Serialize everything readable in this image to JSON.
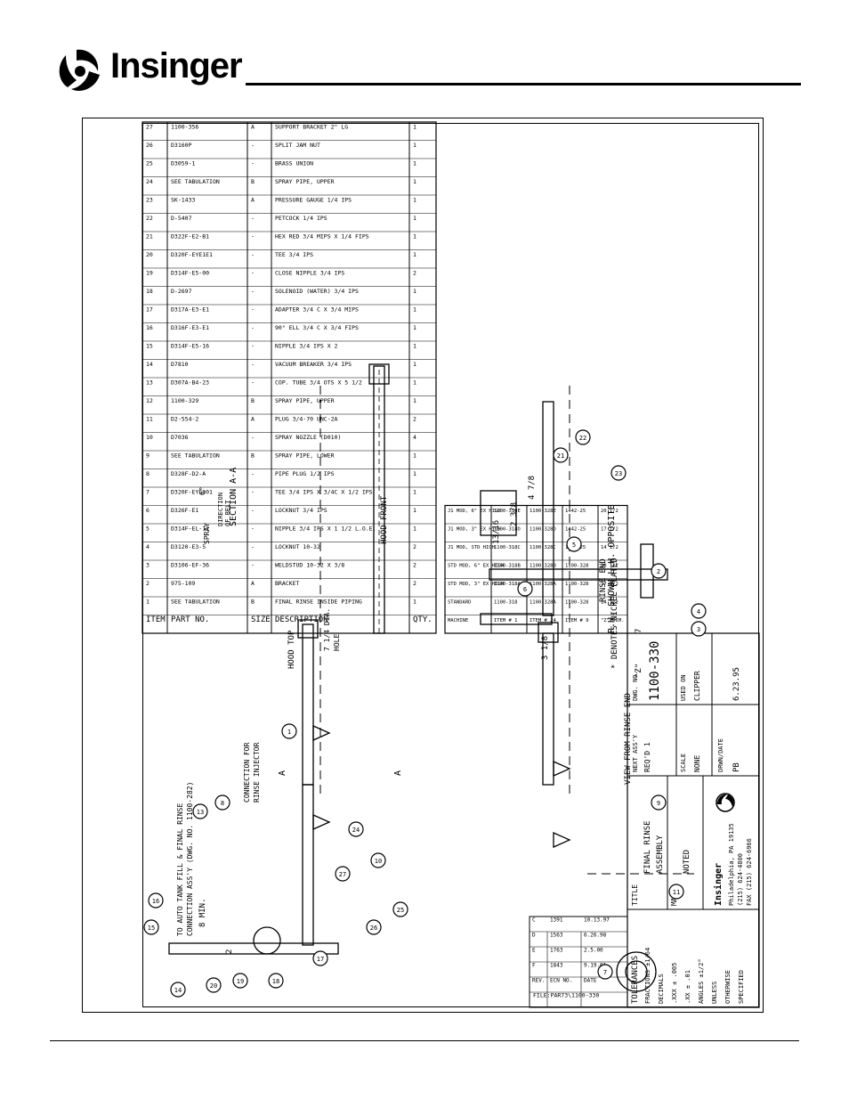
{
  "brand": {
    "name": "Insinger",
    "title_block_name": "Insinger"
  },
  "section": {
    "label": "SECTION A-A",
    "spray": "SPRAY",
    "direction": [
      "DIRECTION",
      "OF BELT"
    ],
    "angle": "6°",
    "cut_mark": "A"
  },
  "diagram_labels": {
    "hood_top": "HOOD TOP",
    "hood_front": "HOOD FRONT",
    "rinse_end": "RINSE END",
    "connection": [
      "CONNECTION FOR",
      "RINSE INJECTOR"
    ],
    "auto_tank": [
      "TO AUTO TANK FILL & FINAL RINSE",
      "CONNECTION ASS'Y (DWG. NO. 1100-282)"
    ],
    "hole": [
      "7 1/4 DIA.",
      "HOLE"
    ],
    "view": "VIEW FROM RINSE END",
    "note": "* DENOTES NICKEL PLATED",
    "shown": "R.H. SHOWN  L.H. OPPOSITE"
  },
  "dimensions": {
    "d1": "4 7/8",
    "d2": "2 3/8",
    "d3": "13/16",
    "d4": "7",
    "d5": "\"Z\"",
    "d6": "3 1/8",
    "d7": "8 MIN.",
    "d8": "2"
  },
  "balloons": [
    "1",
    "2",
    "3",
    "4",
    "5",
    "6",
    "7",
    "8",
    "9",
    "10",
    "11",
    "13",
    "14",
    "15",
    "16",
    "17",
    "18",
    "19",
    "20",
    "21",
    "22",
    "23",
    "24",
    "25",
    "26",
    "27"
  ],
  "bom": {
    "headers": [
      "ITEM",
      "PART NO.",
      "SIZE",
      "DESCRIPTION",
      "QTY."
    ],
    "rows": [
      [
        "1",
        "SEE TABULATION",
        "B",
        "FINAL RINSE INSIDE PIPING",
        "1"
      ],
      [
        "2",
        "975-109",
        "A",
        "BRACKET",
        "2"
      ],
      [
        "3",
        "D3106-EF-36",
        "-",
        "WELDSTUD 10-32 X 3/8",
        "2"
      ],
      [
        "4",
        "D3120-E3-5",
        "-",
        "LOCKNUT 10-32",
        "2"
      ],
      [
        "5",
        "D314F-EL-12",
        "-",
        "NIPPLE 3/4 IPS X 1 1/2 L.O.E.",
        "1"
      ],
      [
        "6",
        "D326F-E1",
        "-",
        "LOCKNUT 3/4 IPS",
        "1"
      ],
      [
        "7",
        "D320F-EYE301",
        "-",
        "TEE 3/4 IPS X 3/4C X 1/2 IPS",
        "1"
      ],
      [
        "8",
        "D328F-D2-A",
        "-",
        "PIPE PLUG 1/2 IPS",
        "1"
      ],
      [
        "9",
        "SEE TABULATION",
        "B",
        "SPRAY PIPE, LOWER",
        "1"
      ],
      [
        "10",
        "D7036",
        "-",
        "SPRAY NOZZLE (D010)",
        "4"
      ],
      [
        "11",
        "D2-554-2",
        "A",
        "PLUG 3/4-70 UNC-2A",
        "2"
      ],
      [
        "12",
        "1100-329",
        "B",
        "SPRAY PIPE, UPPER",
        "1"
      ],
      [
        "13",
        "D307A-B4-23",
        "-",
        "COP. TUBE 3/4 OTS X 5 1/2",
        "1"
      ],
      [
        "14",
        "D7810",
        "-",
        "VACUUM BREAKER 3/4 IPS",
        "1"
      ],
      [
        "15",
        "D314F-E5-16",
        "-",
        "NIPPLE 3/4 IPS X 2",
        "1"
      ],
      [
        "16",
        "D316F-E3-E1",
        "-",
        "90° ELL 3/4 C X 3/4 FIPS",
        "1"
      ],
      [
        "17",
        "D317A-E3-E1",
        "-",
        "ADAPTER 3/4 C X 3/4 MIPS",
        "1"
      ],
      [
        "18",
        "D-2697",
        "-",
        "SOLENOID (WATER) 3/4 IPS",
        "1"
      ],
      [
        "19",
        "D314F-E5-00",
        "-",
        "CLOSE NIPPLE 3/4 IPS",
        "2"
      ],
      [
        "20",
        "D320F-EYE1E1",
        "-",
        "TEE 3/4 IPS",
        "1"
      ],
      [
        "21",
        "D322F-E2-B1",
        "-",
        "HEX RED 3/4 MIPS X 1/4 FIPS",
        "1"
      ],
      [
        "22",
        "D-5407",
        "-",
        "PETCOCK 1/4 IPS",
        "1"
      ],
      [
        "23",
        "SK-1433",
        "A",
        "PRESSURE GAUGE 1/4 IPS",
        "1"
      ],
      [
        "24",
        "SEE TABULATION",
        "B",
        "SPRAY PIPE, UPPER",
        "1"
      ],
      [
        "25",
        "D3059-1",
        "-",
        "BRASS UNION",
        "1"
      ],
      [
        "26",
        "D3160P",
        "-",
        "SPLIT JAM NUT",
        "1"
      ],
      [
        "27",
        "1100-356",
        "A",
        "SUPPORT BRACKET 2\" LG",
        "1"
      ]
    ]
  },
  "tabulation": {
    "headers": [
      "MACHINE",
      "ITEM # 1",
      "ITEM # 24",
      "ITEM # 9",
      "\"Z\" DIM."
    ],
    "rows": [
      [
        "STANDARD",
        "1100-318",
        "1100-328A",
        "1100-328",
        "14 1/2"
      ],
      [
        "STD MOD, 3\" EX HIGH",
        "1100-318A",
        "1100-328A",
        "1100-328",
        "17 1/2"
      ],
      [
        "STD MOD, 6\" EX HIGH",
        "1100-318B",
        "1100-328B",
        "1100-328",
        "20 1/2"
      ],
      [
        "J1 MOD, STD HIGH",
        "1100-318C",
        "1100-328C",
        "1442-25",
        "14 1/2"
      ],
      [
        "J1 MOD, 3\" EX HIGH",
        "1100-318D",
        "1100-328D",
        "1442-25",
        "17 1/2"
      ],
      [
        "J1 MOD, 6\" EX HIGH",
        "1100-318E",
        "1100-328E",
        "1442-25",
        "20 1/2"
      ]
    ]
  },
  "revisions": {
    "headers": [
      "REV.",
      "ECN NO.",
      "DATE"
    ],
    "rows": [
      [
        "F",
        "1843",
        "9.19.01"
      ],
      [
        "E",
        "1763",
        "2.5.00"
      ],
      [
        "D",
        "1563",
        "6.26.98"
      ],
      [
        "C",
        "1391",
        "10.13.97"
      ]
    ],
    "file": "FILE:PAR73\\1100-330"
  },
  "tolerances": {
    "title": "TOLERANCES",
    "lines": [
      "FRACTIONS ±1/64",
      "DECIMALS",
      ".XXX ± .005",
      ".XX ± .01",
      "ANGLES ±1/2°",
      "UNLESS",
      "OTHERWISE",
      "SPECIFIED"
    ]
  },
  "title_block": {
    "title_label": "TITLE",
    "title": [
      "FINAL RINSE",
      "ASSEMBLY"
    ],
    "matl_label": "MAT'L",
    "matl": "NOTED",
    "next_assy_label": "NEXT ASS'Y",
    "next_assy": "REQ'D 1",
    "dwg_no_label": "DWG. NO.",
    "dwg_no": "1100-330",
    "scale_label": "SCALE",
    "scale": "NONE",
    "used_on_label": "USED ON",
    "used_on": "CLIPPER",
    "drwn_label": "DRWN/DATE",
    "drwn": "PB",
    "date": "6.23.95",
    "address": [
      "Philadelphia, PA 19135",
      "(215) 624-4800",
      "FAX (215) 624-6966"
    ]
  }
}
